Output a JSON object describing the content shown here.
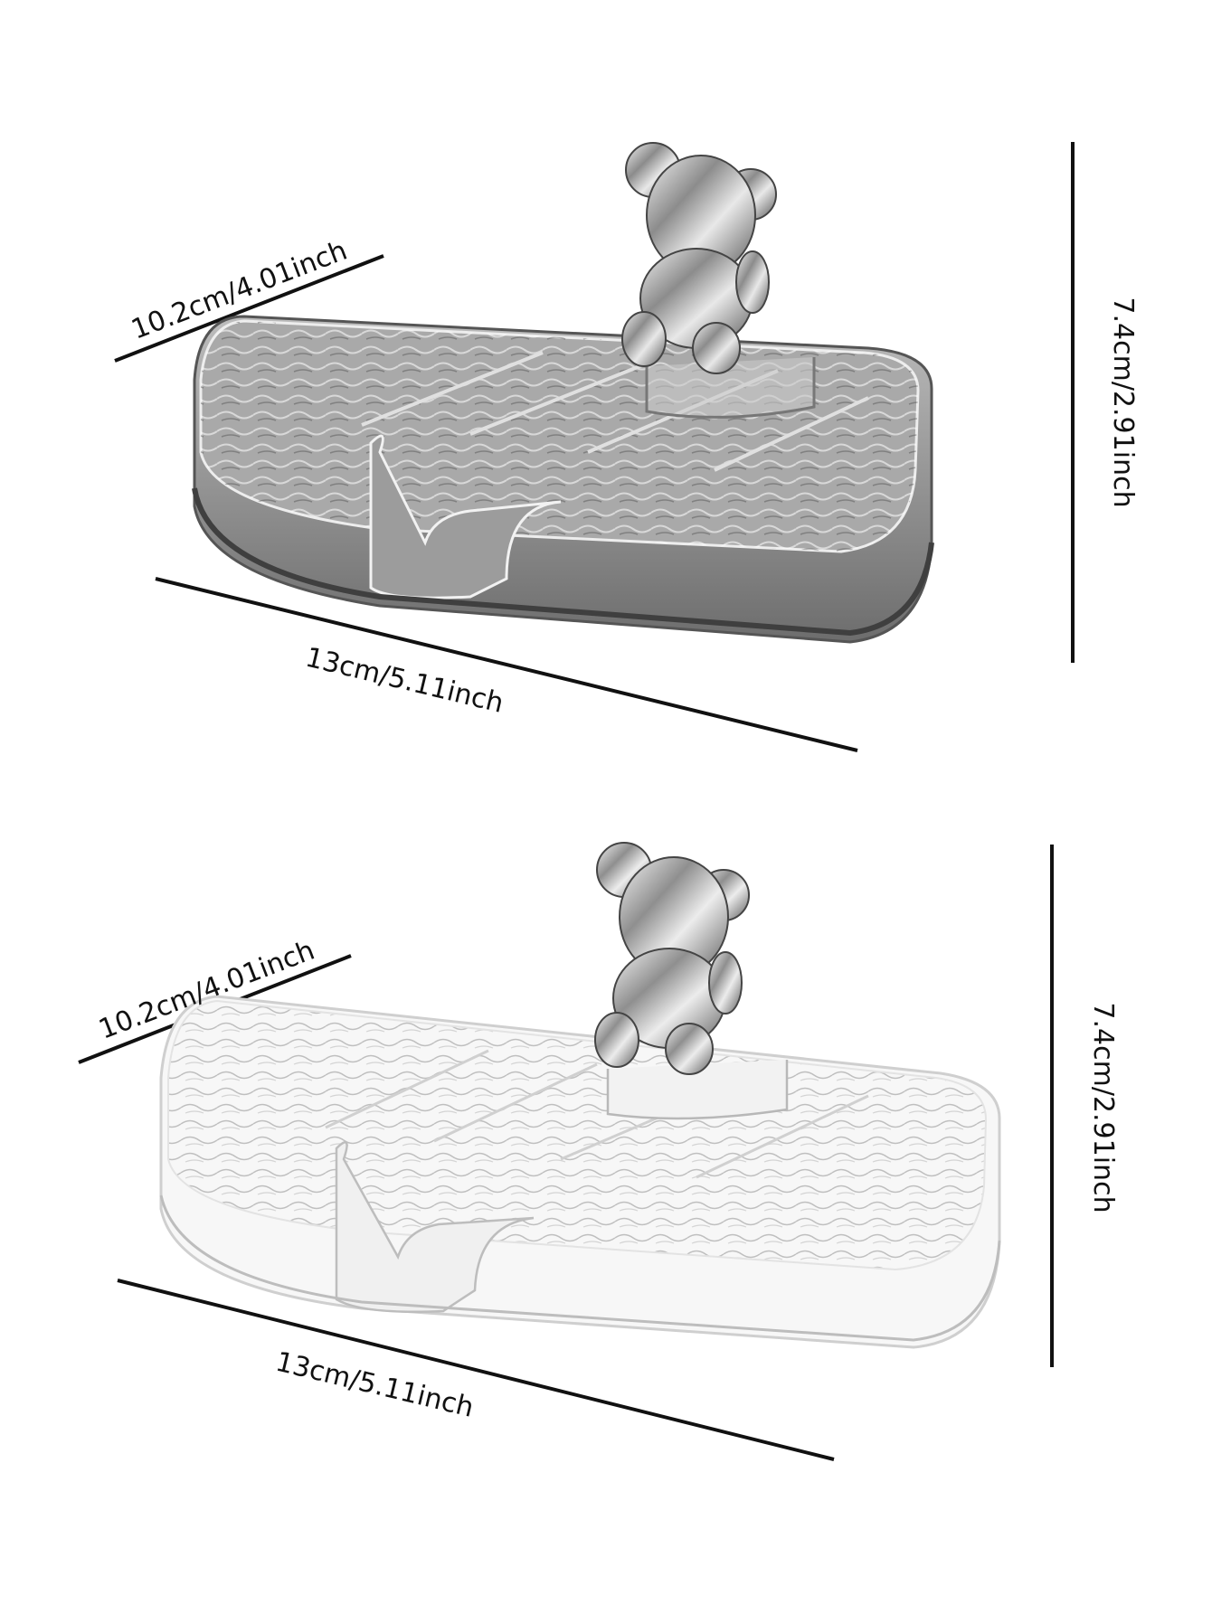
{
  "products": [
    {
      "name": "Soap dish with bear (smoked)",
      "tint": "dark",
      "dimensions": {
        "depth": "10.2cm/4.01inch",
        "length": "13cm/5.11inch",
        "height": "7.4cm/2.91inch"
      }
    },
    {
      "name": "Soap dish with bear (clear)",
      "tint": "clear",
      "dimensions": {
        "depth": "10.2cm/4.01inch",
        "length": "13cm/5.11inch",
        "height": "7.4cm/2.91inch"
      }
    }
  ],
  "colors": {
    "line": "#111111",
    "dark_tray": "#7a7a7a",
    "clear_tray": "#d9d9d9",
    "chrome": "#9a9a9a"
  }
}
